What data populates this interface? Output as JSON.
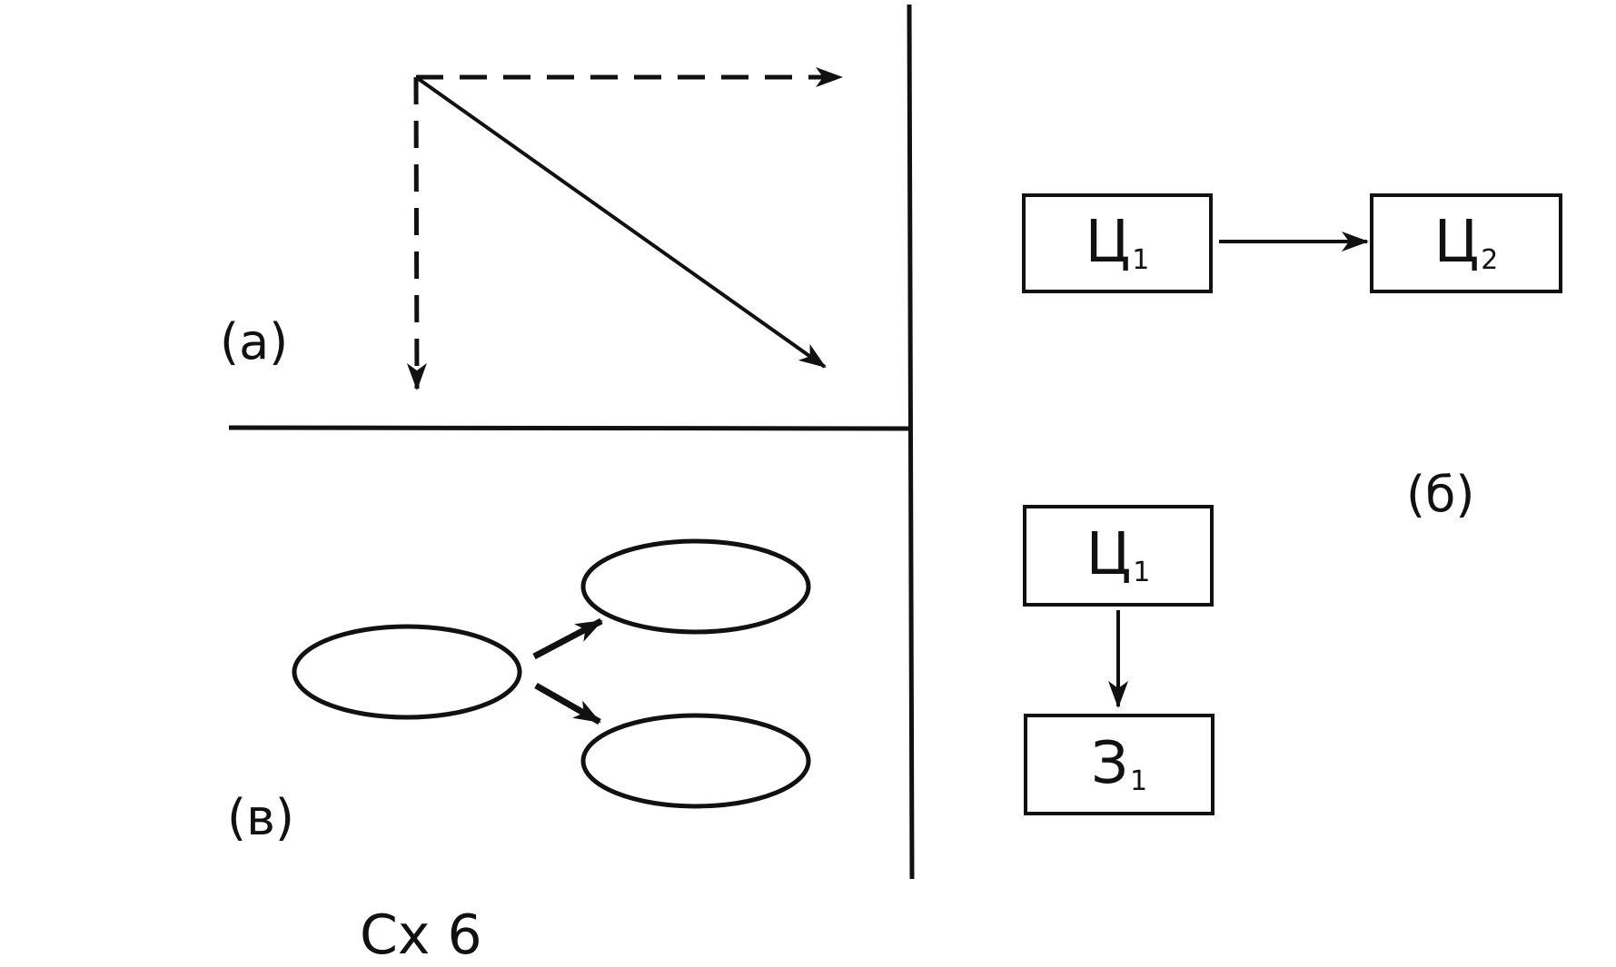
{
  "panel_a": {
    "label": "(a)"
  },
  "panel_b": {
    "label": "(б)",
    "box1": {
      "main": "Ц",
      "sub": "1"
    },
    "box2": {
      "main": "Ц",
      "sub": "2"
    },
    "box3": {
      "main": "Ц",
      "sub": "1"
    },
    "box4": {
      "main": "З",
      "sub": "1"
    }
  },
  "panel_v": {
    "label": "(в)"
  },
  "caption": "Сх 6",
  "colors": {
    "ink": "#111111",
    "paper": "#ffffff"
  }
}
